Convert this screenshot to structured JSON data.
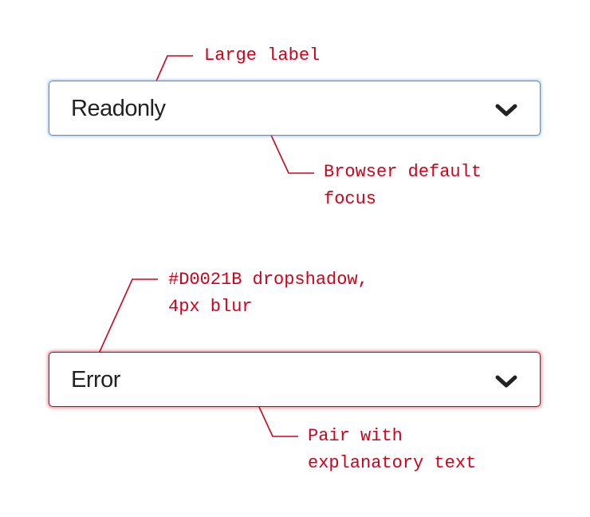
{
  "colors": {
    "annotation": "#d0021b",
    "focus_ring": "#4a90f0",
    "error": "#d0021b",
    "text": "#222222"
  },
  "selects": {
    "readonly": {
      "value": "Readonly",
      "icon": "chevron-down-icon"
    },
    "error": {
      "value": "Error",
      "icon": "chevron-down-icon"
    }
  },
  "annotations": {
    "large_label": "Large label",
    "browser_focus": [
      "Browser default",
      "focus"
    ],
    "dropshadow": [
      "#D0021B dropshadow,",
      "4px blur"
    ],
    "pair_text": [
      "Pair with",
      "explanatory text"
    ]
  }
}
